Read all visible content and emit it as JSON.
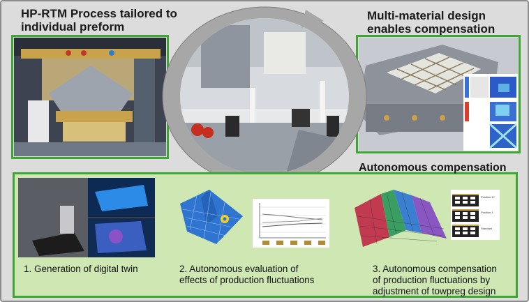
{
  "top_left_title": [
    "HP-RTM Process tailored to",
    "individual preform"
  ],
  "top_right_title": [
    "Multi-material design",
    "enables compensation"
  ],
  "bottom_title": "Autonomous compensation",
  "steps": [
    {
      "lines": [
        "1. Generation of digital twin"
      ]
    },
    {
      "lines": [
        "2. Autonomous evaluation of",
        "effects of production fluctuations"
      ]
    },
    {
      "lines": [
        "3. Autonomous compensation",
        "of production fluctuations by",
        "adjustment of towpreg design"
      ]
    }
  ],
  "position_labels": [
    "Position 17",
    "Position 1",
    "Standard"
  ],
  "colors": {
    "accent_green": "#3fa535",
    "panel_green": "#cfe8b3",
    "background": "#dcdcdc"
  }
}
